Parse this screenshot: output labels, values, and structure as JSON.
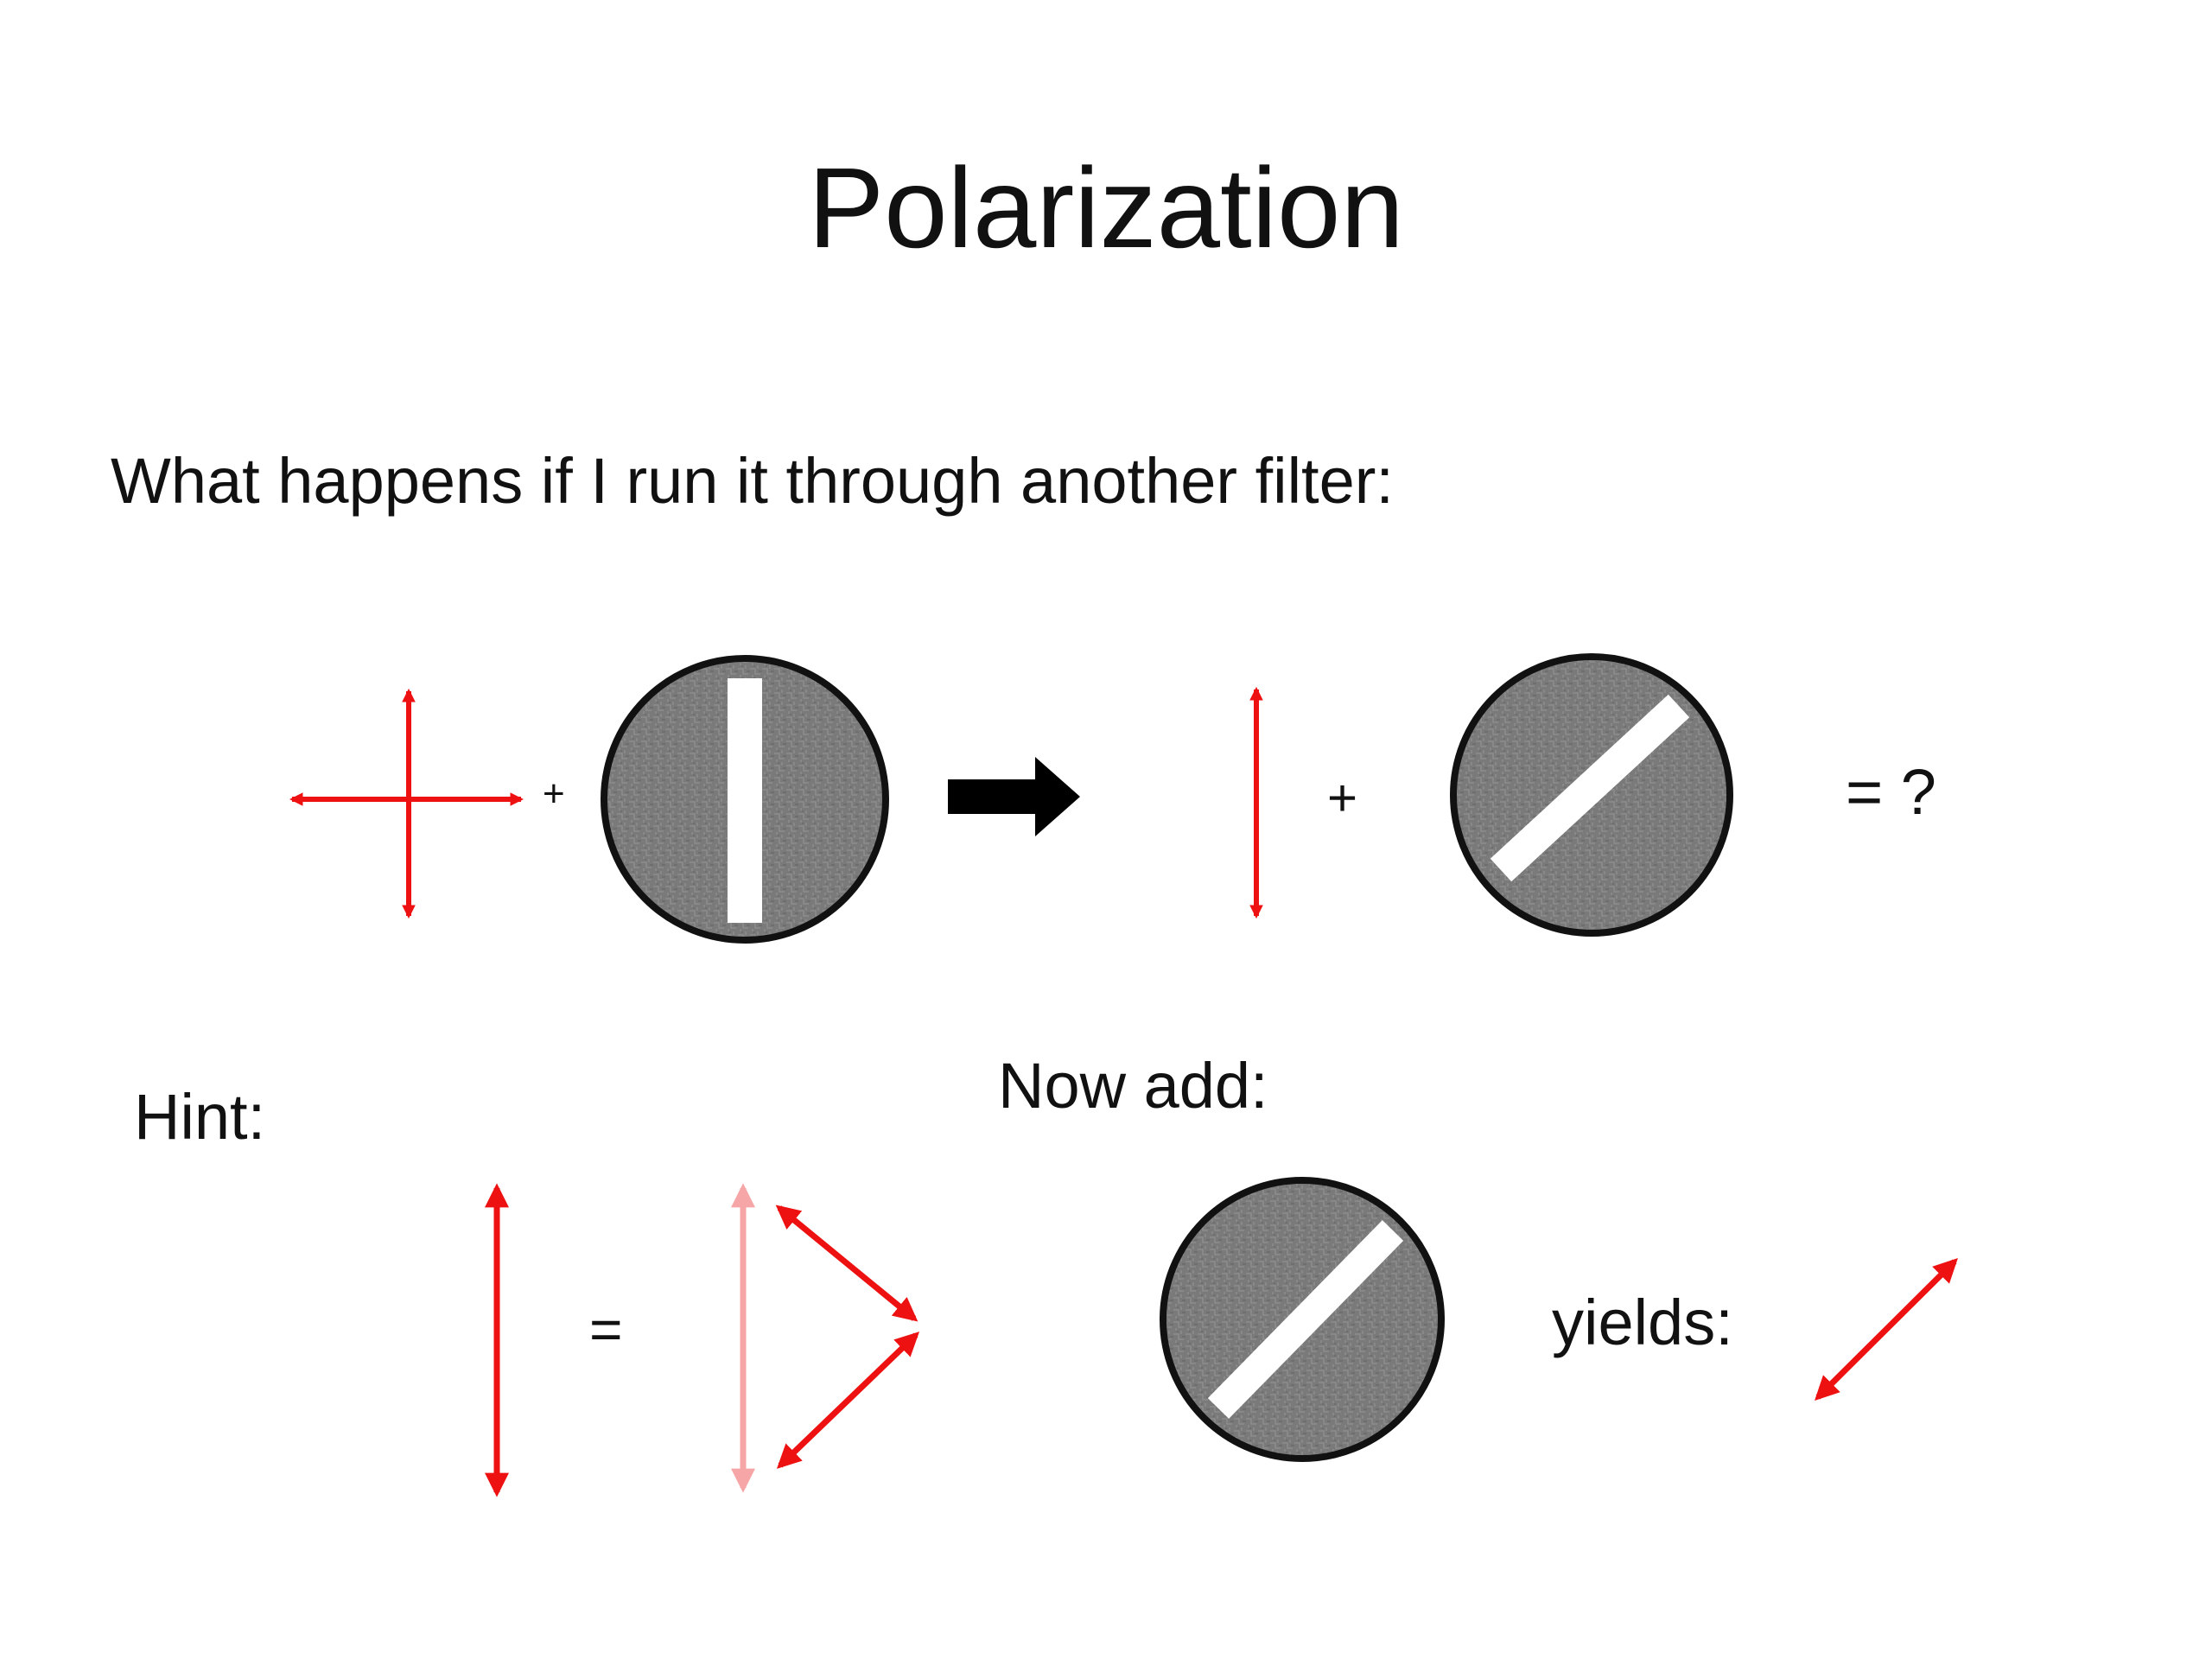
{
  "slide": {
    "title": "Polarization",
    "question": "What happens if I run it through another filter:",
    "row1": {
      "plus_small": "+",
      "plus_large": "+",
      "result": "= ?"
    },
    "row2": {
      "hint_label": "Hint:",
      "equals": "=",
      "now_add_label": "Now add:",
      "yields_label": "yields:"
    }
  },
  "colors": {
    "arrow": "#ee1111",
    "arrow_faded": "#f6a6a6",
    "filter_body": "#7a7a7a",
    "filter_outline": "#111111",
    "filter_slit": "#ffffff",
    "big_arrow": "#000000"
  },
  "icons": [
    "unpolarized-light-icon",
    "vertical-polarizer-icon",
    "right-arrow-icon",
    "vertical-polarized-light-icon",
    "diagonal-polarizer-icon",
    "vector-components-icon",
    "diagonal-polarized-light-icon"
  ]
}
